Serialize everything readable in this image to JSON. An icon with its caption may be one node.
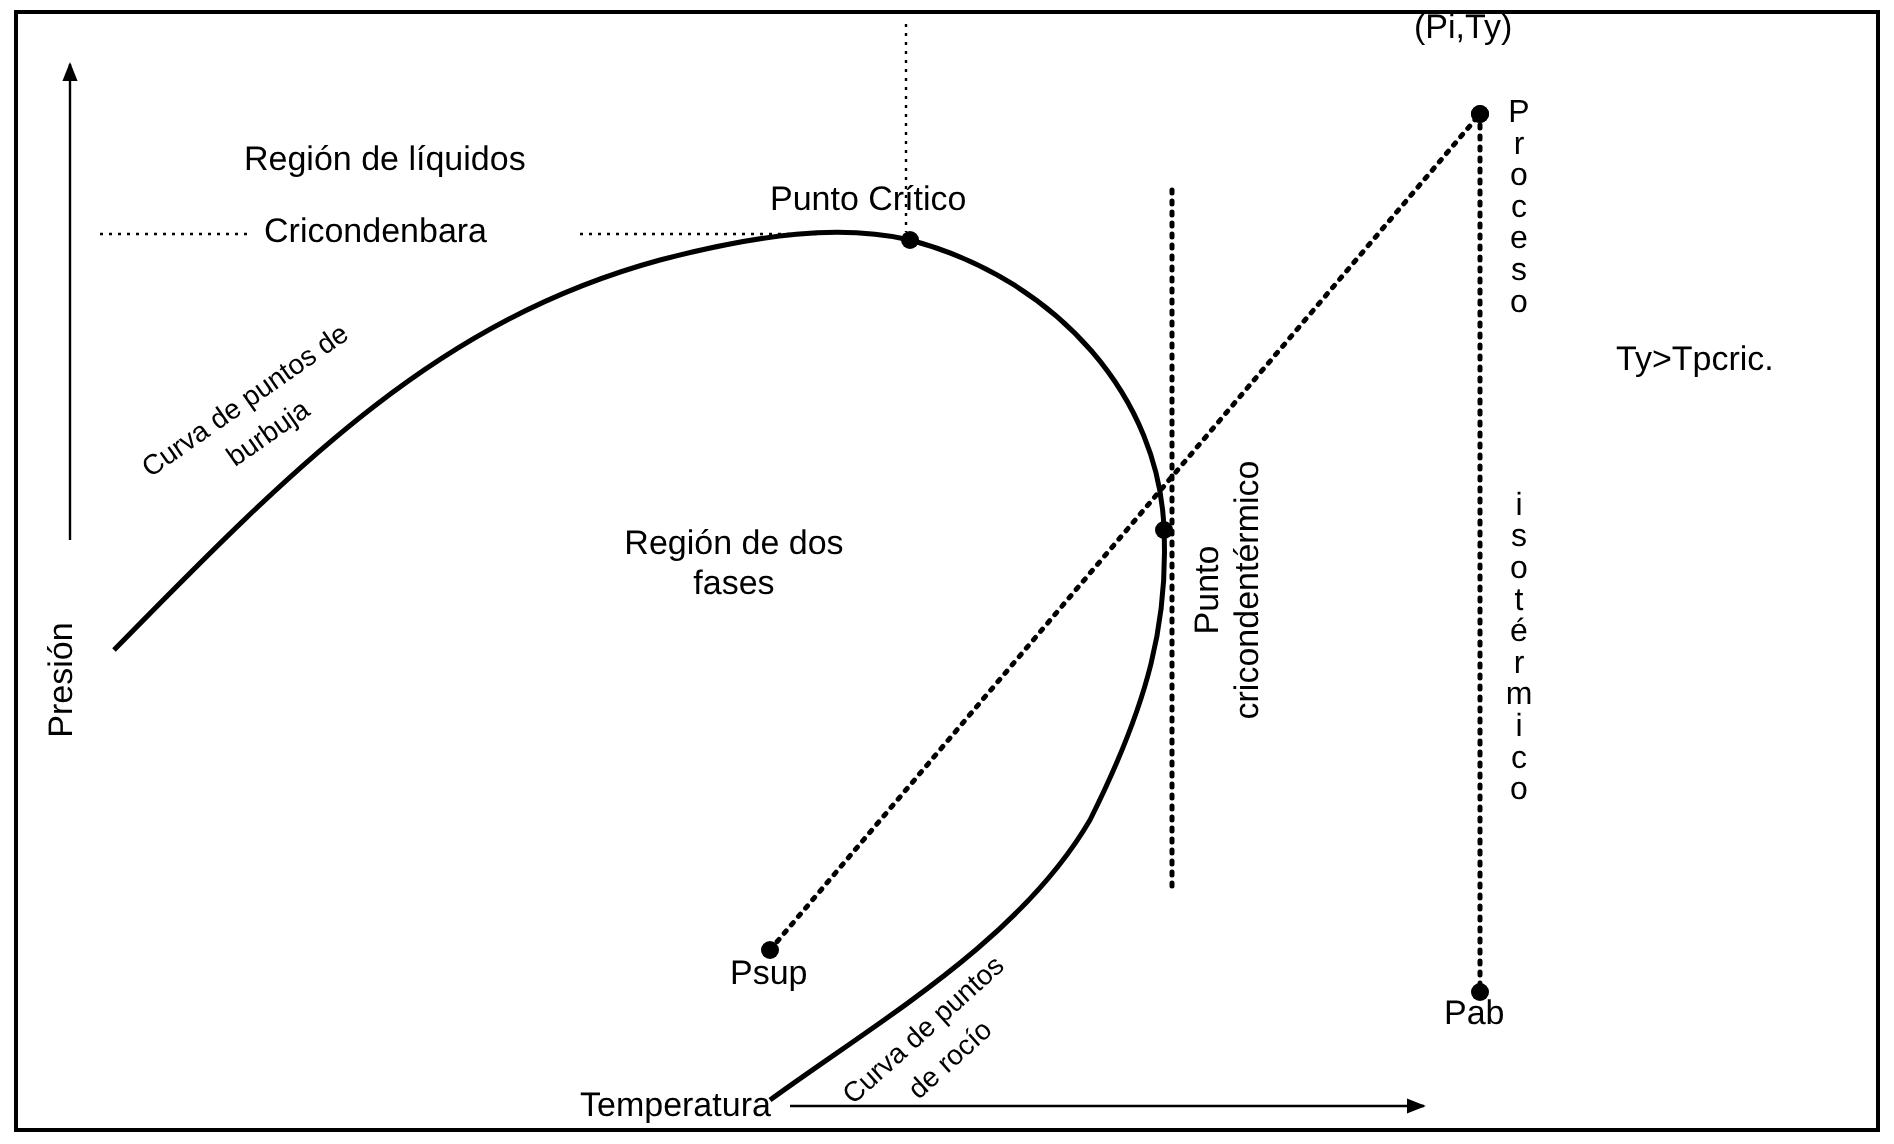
{
  "diagram": {
    "nodes": [
      {
        "text": [
          "Psup"
        ]
      },
      {
        "text": [
          "(Pi,Ty)"
        ]
      },
      {
        "text": [
          "Pab"
        ]
      }
    ],
    "edges": [
      {
        "from": 0,
        "to": 1,
        "arrow": "other",
        "style": "dashed"
      },
      {
        "from": 1,
        "to": 2,
        "arrow": "other",
        "style": "dashed",
        "label": "Proceso isotérmico"
      }
    ],
    "labels": [
      "Región de líquidos",
      "Punto Crítico",
      "Cricondenbara",
      "Curva de puntos de burbuja",
      "Ty>Tpcric.",
      "Región de dos fases",
      "Punto cricondentérmico",
      "Presión",
      "Curva de puntos de rocío",
      "Temperatura"
    ]
  }
}
